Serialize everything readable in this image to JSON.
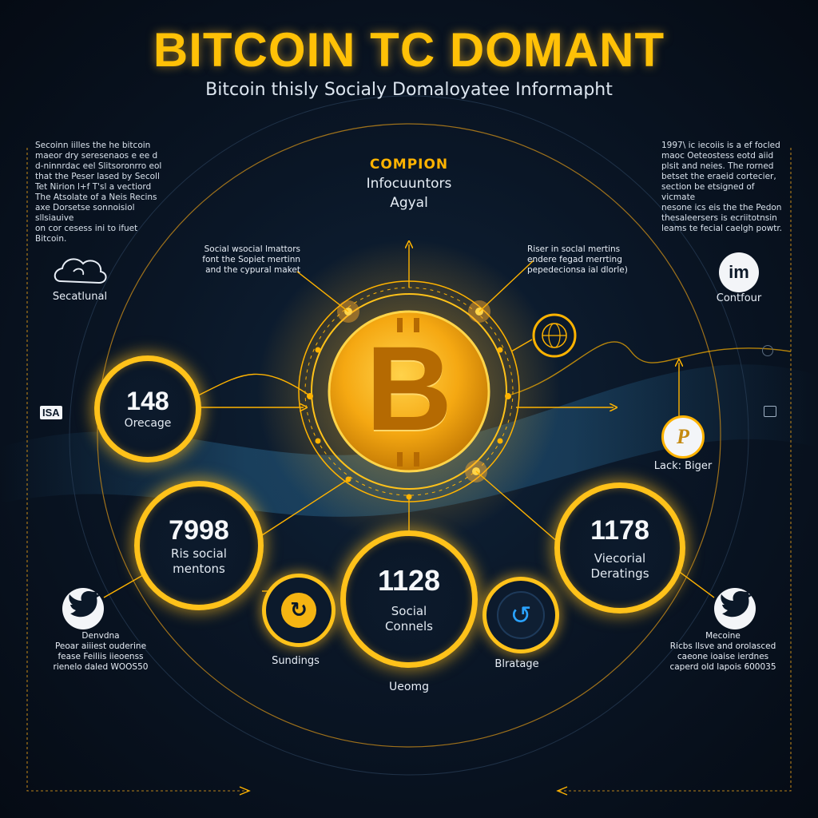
{
  "header": {
    "title": "BITCOIN TC DOMANT",
    "subtitle": "Bitcoin thisly Socialy Domaloyatee Informapht"
  },
  "center": {
    "heading": "COMPION",
    "line1": "Infocuuntors",
    "line2": "Agyal",
    "coin_symbol": "B"
  },
  "side_text": {
    "left": "Secoinn iilles the he bitcoin\nmaeor dry seresenaos e ee d\nd-ninnrdac eel Slitsoronrro eol\nthat the Peser lased by Secoll\nTet Nirion  l+f  T'sl  a vectiord\nThe Atsolate of a Neis Recins\naxe Dorsetse sonnoisiol sllsiauive\non cor cesess ini to ifuet Bitcoin.",
    "right": "1997\\ ic iecoiis is a ef focled\nmaoc Oeteostess eotd aiid\nplsit and neies. The rorned\nbetset the eraeid cortecier,\nsection be etsigned of vicmate\nnesone ics eis the the Pedon\nthesaleersers is ecriitotnsin\nleams te fecial caelgh powtr."
  },
  "annotations": {
    "top_left": "Social wsocial lmattors\nfont the Sopiet mertinn\nand the cypural maket",
    "top_right": "Riser in soclal mertins\nendere fegad merrting\npepedecionsa ial dlorle)",
    "bottom_left": "Denvdna\nPeoar aiiiest ouderine\nfease Feiliis iieoenss\nrienelo daled WOOS50",
    "bottom_right": "Mecoine\nRicbs llsve and orolasced\ncaeone ioaise ierdnes\ncaperd old lapois 600035"
  },
  "stats": [
    {
      "value": "148",
      "label": "Orecage"
    },
    {
      "value": "7998",
      "label": "Ris social\nmentons"
    },
    {
      "value": "1128",
      "label": "Social\nConnels"
    },
    {
      "value": "1178",
      "label": "Viecorial\nDeratings"
    }
  ],
  "minis": {
    "left_label": "Sundings",
    "right_label": "Blratage",
    "bottom_label": "Ueomg"
  },
  "social": {
    "cloud_label": "Secatlunal",
    "linkedin_text": "im",
    "linkedin_label": "Contfour",
    "isa_text": "ISA",
    "pinterest_label": "Lack: Biger",
    "pinterest_glyph": "P"
  },
  "colors": {
    "accent": "#ffc21a",
    "background": "#0a1626",
    "text": "#e8eef6"
  }
}
